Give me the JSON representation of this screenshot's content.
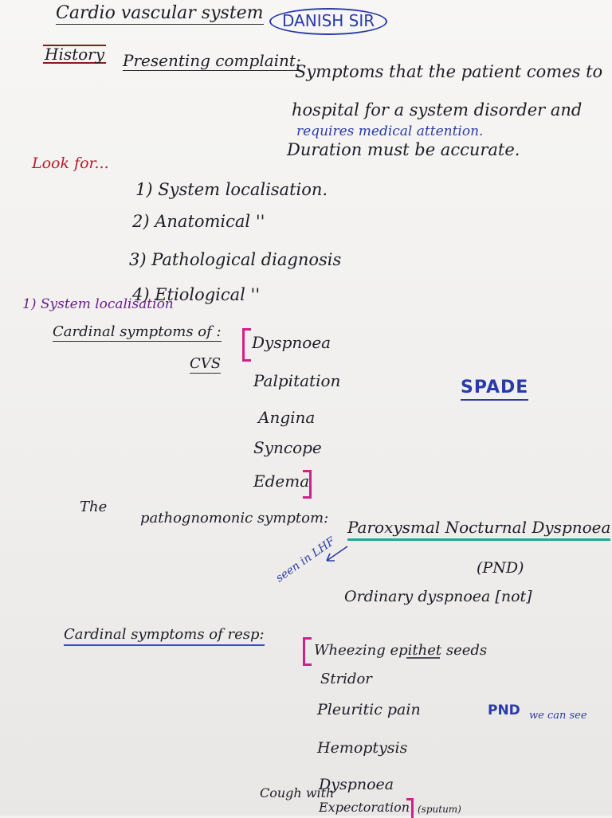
{
  "header": {
    "title": "Cardio vascular system",
    "teacher": "DANISH SIR"
  },
  "history": {
    "label": "History",
    "presenting": "Presenting complaint:",
    "definition_1": "Symptoms that the patient comes to",
    "definition_2": "hospital for a system disorder and",
    "definition_3": "requires medical attention.",
    "definition_4": "Duration must be accurate."
  },
  "look_for": {
    "label": "Look for...",
    "items": [
      "1) System localisation.",
      "2) Anatomical   ''",
      "3) Pathological diagnosis",
      "4) Etiological   ''"
    ]
  },
  "system_localisation": {
    "heading": "1) System localisation",
    "cardinal_label": "Cardinal symptoms of :",
    "cvs": "CVS",
    "symptoms": [
      "Dyspnoea",
      "Palpitation",
      "Angina",
      "Syncope",
      "Edema"
    ],
    "mnemonic": "SPADE"
  },
  "pathognomonic": {
    "lead": "The",
    "label": "pathognomonic symptom:",
    "value": "Paroxysmal Nocturnal Dyspnoea",
    "abbr": "(PND)",
    "side_note": "seen in LHF",
    "contrast": "Ordinary dyspnoea [not]"
  },
  "respiratory": {
    "label": "Cardinal symptoms of resp:",
    "symptoms": [
      "Wheezing epithet seeds",
      "Stridor",
      "Pleuritic pain",
      "Hemoptysis",
      "Dyspnoea"
    ],
    "cough": "Cough with",
    "cough_suffix": "Expectoration",
    "sputum": "(sputum)",
    "pnd_note": "PND",
    "pnd_note_tail": "we can see"
  },
  "colors": {
    "ink": "#1d1d27",
    "blue": "#2a3aa8",
    "red": "#b3202a",
    "purple": "#6a1e8c",
    "bracket": "#d0208a",
    "highlight": "#1fa895"
  }
}
